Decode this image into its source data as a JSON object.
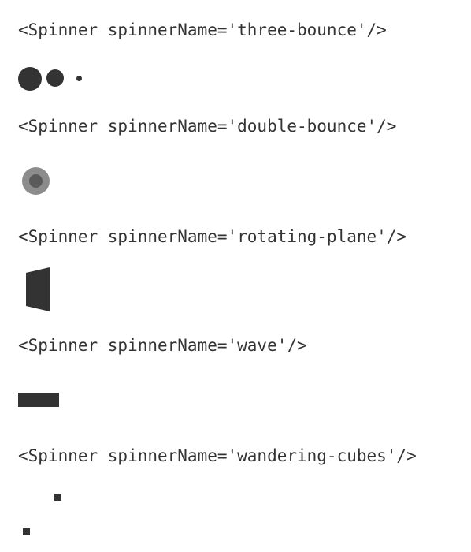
{
  "examples": [
    {
      "code": "<Spinner spinnerName='three-bounce'/>"
    },
    {
      "code": "<Spinner spinnerName='double-bounce'/>"
    },
    {
      "code": "<Spinner spinnerName='rotating-plane'/>"
    },
    {
      "code": "<Spinner spinnerName='wave'/>"
    },
    {
      "code": "<Spinner spinnerName='wandering-cubes'/>"
    }
  ],
  "colors": {
    "text": "#333333",
    "spinner": "#333333",
    "double_bounce_outer": "#8c8c8c",
    "double_bounce_inner": "#5a5a5a",
    "background": "#ffffff"
  }
}
